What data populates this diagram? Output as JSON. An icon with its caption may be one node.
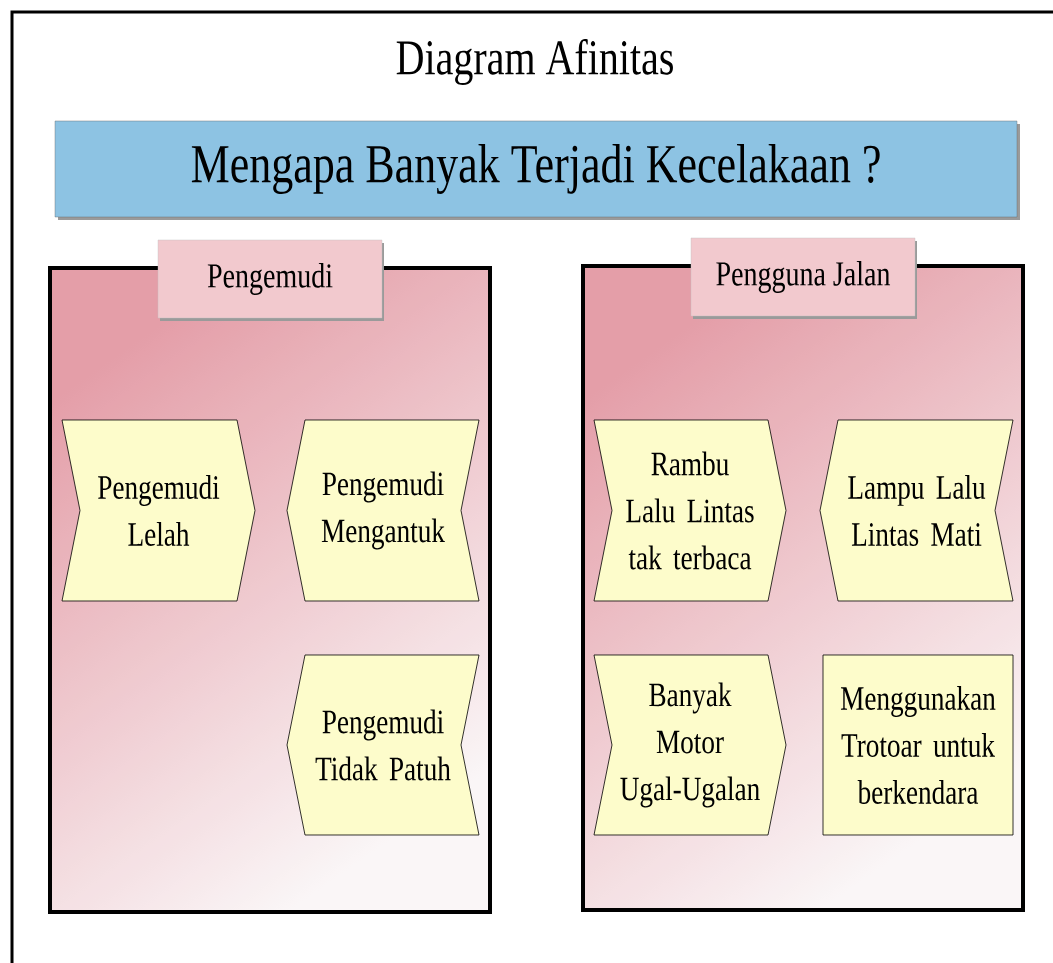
{
  "diagram": {
    "title": "Diagram Afinitas",
    "nodes": [
      {
        "text": [
          "Mengapa Banyak Terjadi Kecelakaan ?"
        ]
      },
      {
        "text": [
          "Pengemudi"
        ]
      },
      {
        "text": [
          "Pengemudi Lelah"
        ],
        "in": 1
      },
      {
        "text": [
          "Pengemudi Mengantuk"
        ],
        "in": 1
      },
      {
        "text": [
          "Pengemudi Tidak Patuh"
        ],
        "in": 1
      },
      {
        "text": [
          "Pengguna Jalan"
        ]
      },
      {
        "text": [
          "Rambu Lalu Lintas tak terbaca"
        ],
        "in": 5
      },
      {
        "text": [
          "Lampu Lalu Lintas Mati"
        ],
        "in": 5
      },
      {
        "text": [
          "Banyak Motor Ugal-Ugalan"
        ],
        "in": 5
      },
      {
        "text": [
          "Menggunakan Trotoar untuk berkendara"
        ],
        "in": 5
      }
    ]
  }
}
